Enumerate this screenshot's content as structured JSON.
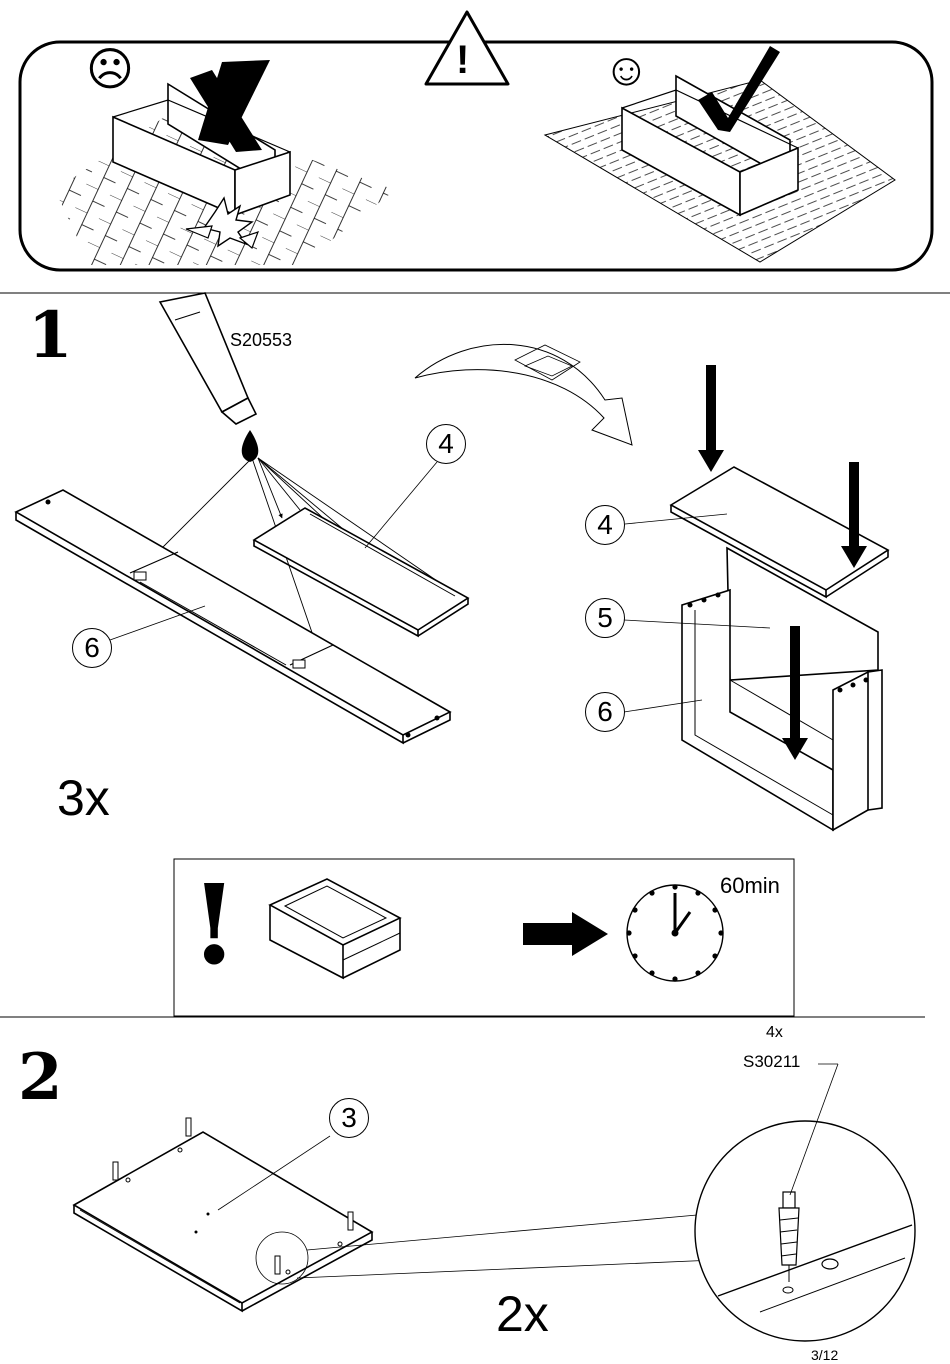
{
  "warning": {
    "bad_face": "☹",
    "good_face": "☺",
    "triangle": "!"
  },
  "step1": {
    "number": "1",
    "glue_code": "S20553",
    "parts": {
      "left_4": "4",
      "left_6": "6",
      "right_4": "4",
      "right_5": "5",
      "right_6": "6"
    },
    "multiplier": "3x"
  },
  "note": {
    "exclamation": "!",
    "time": "60min"
  },
  "step2": {
    "number": "2",
    "part_3": "3",
    "count": "4x",
    "fitting_code": "S30211",
    "multiplier": "2x"
  },
  "page_number": "3/12"
}
